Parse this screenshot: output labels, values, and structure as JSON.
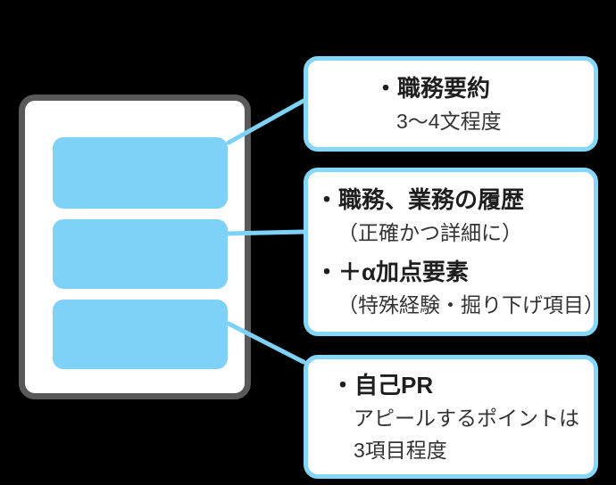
{
  "bullet": "・",
  "colors": {
    "canvas_bg": "#000000",
    "accent_blue": "#7ed2f7",
    "callout_border_blue": "#85d6f8",
    "document_border_gray": "#595959",
    "panel_bg": "#ffffff",
    "title_text": "#1e1e1e",
    "note_text": "#333333"
  },
  "callouts": [
    {
      "items": [
        {
          "title": "職務要約",
          "notes": [
            "3〜4文程度"
          ]
        }
      ]
    },
    {
      "items": [
        {
          "title": "職務、業務の履歴",
          "notes": [
            "（正確かつ詳細に）"
          ]
        },
        {
          "title": "＋α加点要素",
          "notes": [
            "（特殊経験・掘り下げ項目）"
          ]
        }
      ]
    },
    {
      "items": [
        {
          "title": "自己PR",
          "notes": [
            "アピールするポイントは",
            "3項目程度"
          ]
        }
      ]
    }
  ]
}
